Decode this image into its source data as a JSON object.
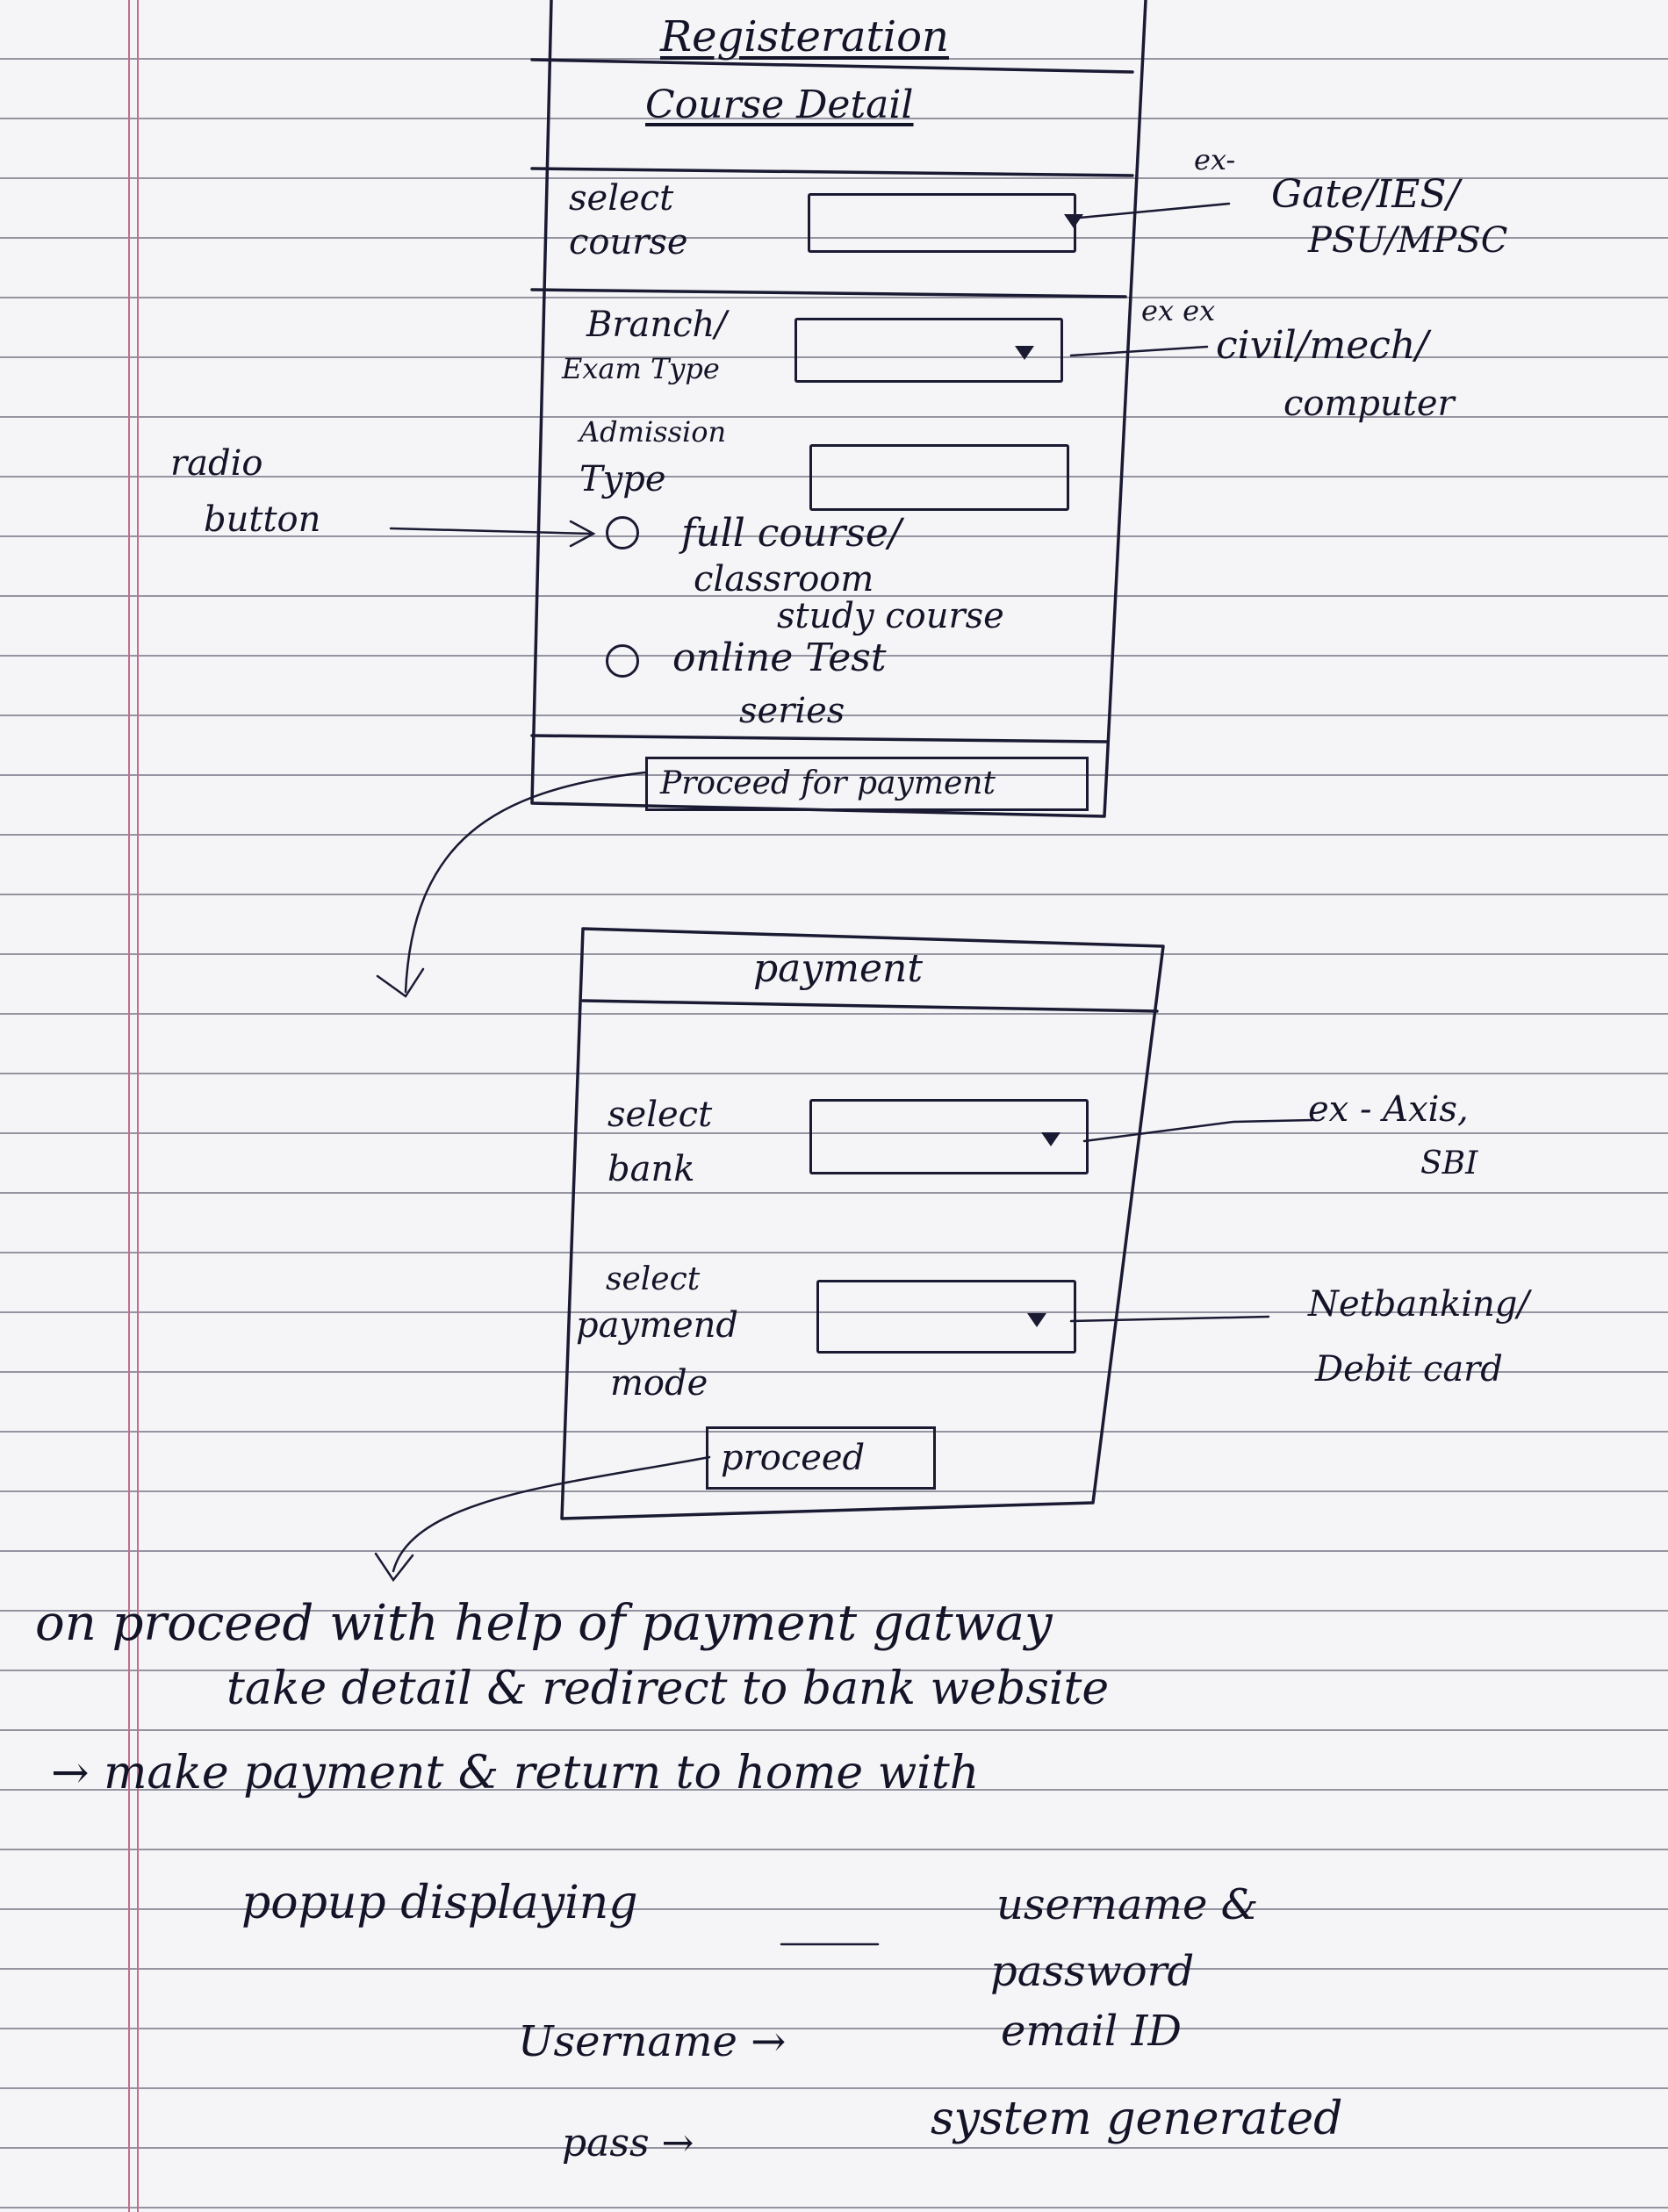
{
  "registration": {
    "title": "Registeration",
    "subtitle": "Course Detail",
    "select_course_label": [
      "select",
      "course"
    ],
    "branch_label": [
      "Branch/",
      "Exam Type"
    ],
    "admission_label": [
      "Admission",
      "Type"
    ],
    "radio_full_course": [
      "full course/",
      "classroom",
      "study course"
    ],
    "radio_online": [
      "online  Test",
      "series"
    ],
    "proceed_button": "Proceed for payment"
  },
  "payment": {
    "title": "payment",
    "select_bank_label": [
      "select",
      "bank"
    ],
    "payment_mode_label": [
      "select",
      "paymend",
      "mode"
    ],
    "proceed_button": "proceed"
  },
  "annotations": {
    "radio_button": [
      "radio",
      "button"
    ],
    "course_ex_prefix": "ex-",
    "course_ex": [
      "Gate/IES/",
      "PSU/MPSC"
    ],
    "branch_ex_prefix": "ex ex",
    "branch_ex": [
      "civil/mech/",
      "computer"
    ],
    "bank_ex": [
      "ex -  Axis,",
      "SBI"
    ],
    "mode_ex": [
      "Netbanking/",
      "Debit card"
    ]
  },
  "notes": {
    "line1": "on proceed  with help of  payment gatway",
    "line2": "take  detail  &  redirect to  bank website",
    "line3": "→ make  payment  &  return  to home  with",
    "line4a": "popup  displaying",
    "line4b": "username  &",
    "line5": "password",
    "line6a": "Username →",
    "line6b": "email ID",
    "line7a": "pass →",
    "line7b": "system generated"
  },
  "colors": {
    "ink": "#1a1a33",
    "margin_line": "#c06f8e",
    "ruled_line": "#46465a",
    "paper": "#f5f4f7"
  }
}
